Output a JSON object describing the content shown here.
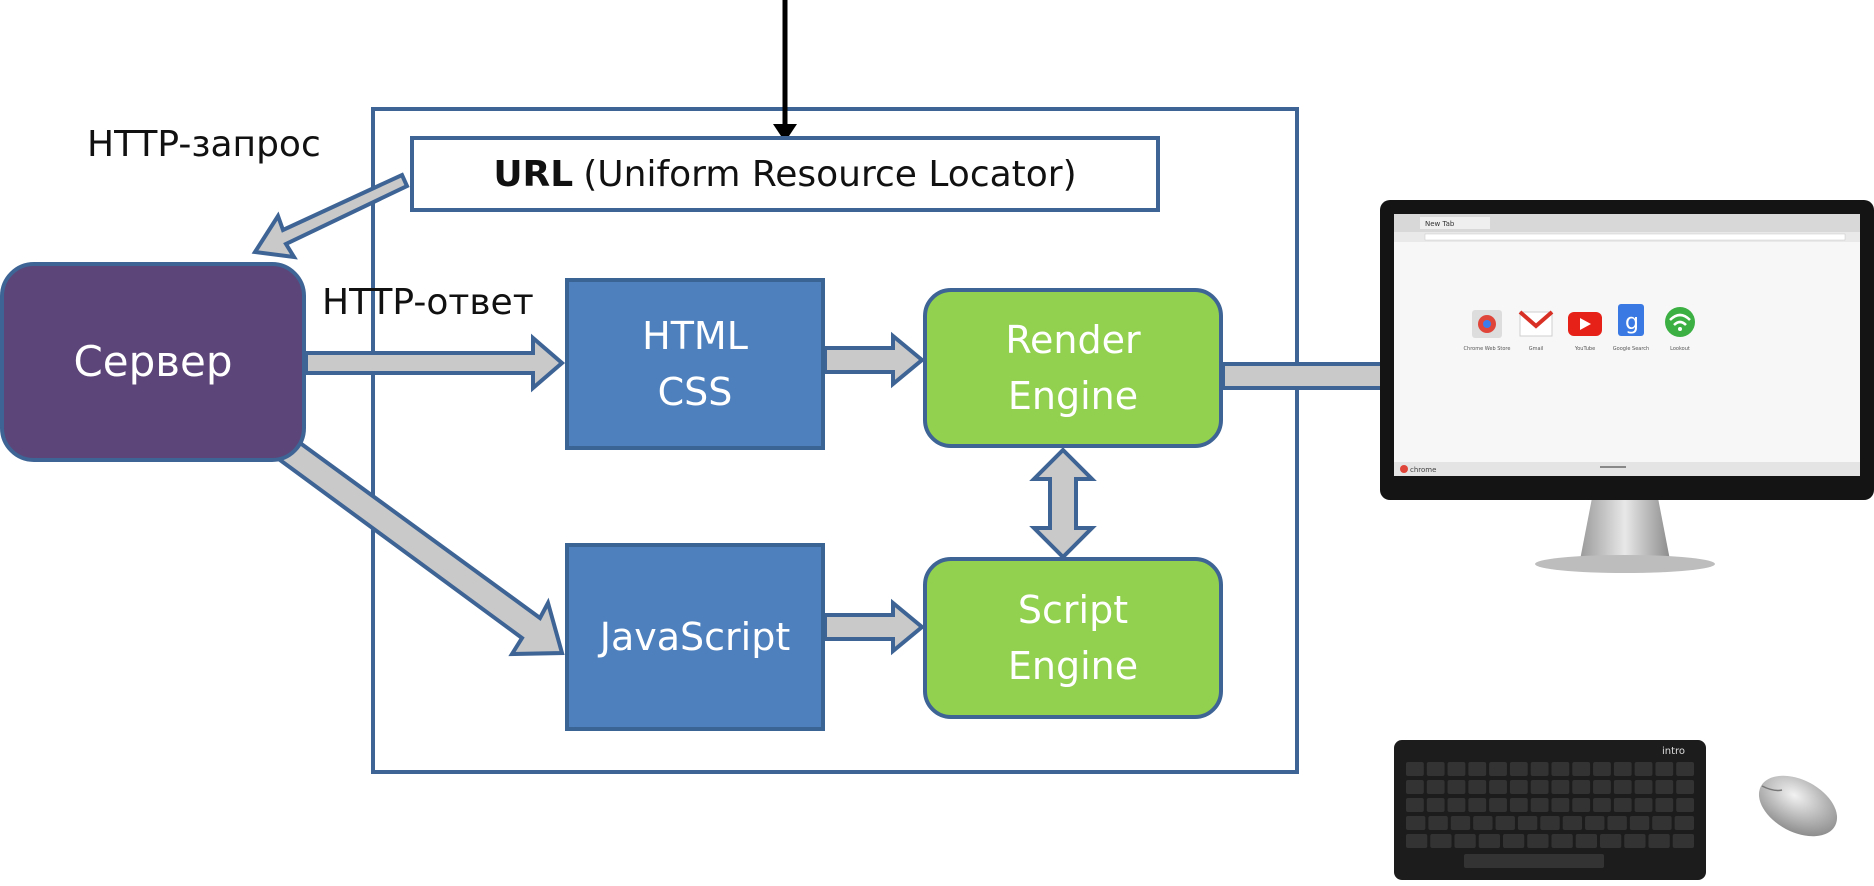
{
  "url_box": {
    "bold": "URL",
    "rest": "(Uniform Resource Locator)"
  },
  "labels": {
    "request": "HTTP-запрос",
    "response": "HTTP-ответ"
  },
  "server": {
    "label": "Сервер"
  },
  "html_css": {
    "line1": "HTML",
    "line2": "CSS"
  },
  "javascript": {
    "label": "JavaScript"
  },
  "render_engine": {
    "line1": "Render",
    "line2": "Engine"
  },
  "script_engine": {
    "line1": "Script",
    "line2": "Engine"
  },
  "monitor_screen": {
    "tab": "New Tab",
    "apps": [
      "Chrome Web Store",
      "Gmail",
      "YouTube",
      "Google Search",
      "Lookout"
    ],
    "brand": "chrome"
  },
  "keyboard": {
    "brand": "intro"
  },
  "colors": {
    "frame": "#3e6495",
    "server": "#5c4578",
    "blue_box": "#4e80bd",
    "green_box": "#92d050",
    "arrow_fill": "#c9c9c9"
  }
}
